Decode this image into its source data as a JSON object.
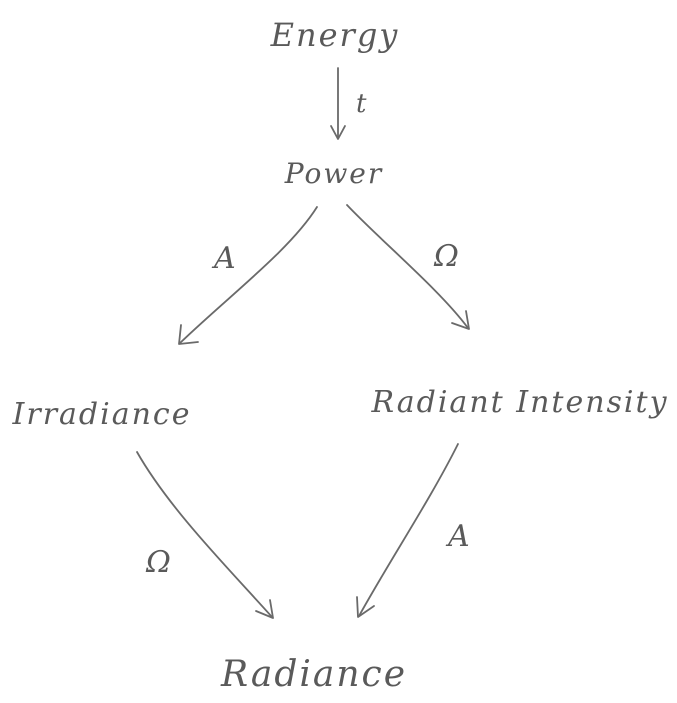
{
  "nodes": {
    "energy": "Energy",
    "power": "Power",
    "irradiance": "Irradiance",
    "radiant_intensity": "Radiant Intensity",
    "radiance": "Radiance"
  },
  "edges": {
    "energy_to_power": "t",
    "power_to_irradiance": "A",
    "power_to_radiant_intensity": "Ω",
    "irradiance_to_radiance": "Ω",
    "radiant_intensity_to_radiance": "A"
  },
  "colors": {
    "ink": "#5a5a5a",
    "background": "#ffffff"
  }
}
